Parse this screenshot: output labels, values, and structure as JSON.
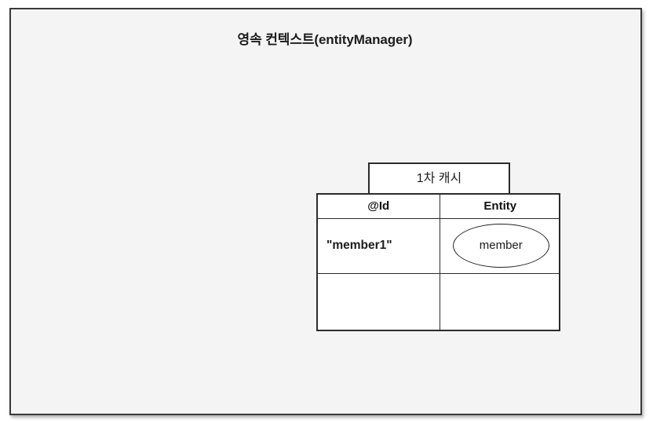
{
  "diagram": {
    "frame": {
      "title": "영속 컨텍스트(entityManager)",
      "background_color": "#f4f4f4",
      "border_color": "#3a3a3a"
    },
    "cache": {
      "tab_label": "1차 캐시",
      "table": {
        "headers": [
          "@Id",
          "Entity"
        ],
        "rows": [
          {
            "id": "\"member1\"",
            "entity": "member"
          },
          {
            "id": "",
            "entity": ""
          }
        ]
      }
    }
  }
}
